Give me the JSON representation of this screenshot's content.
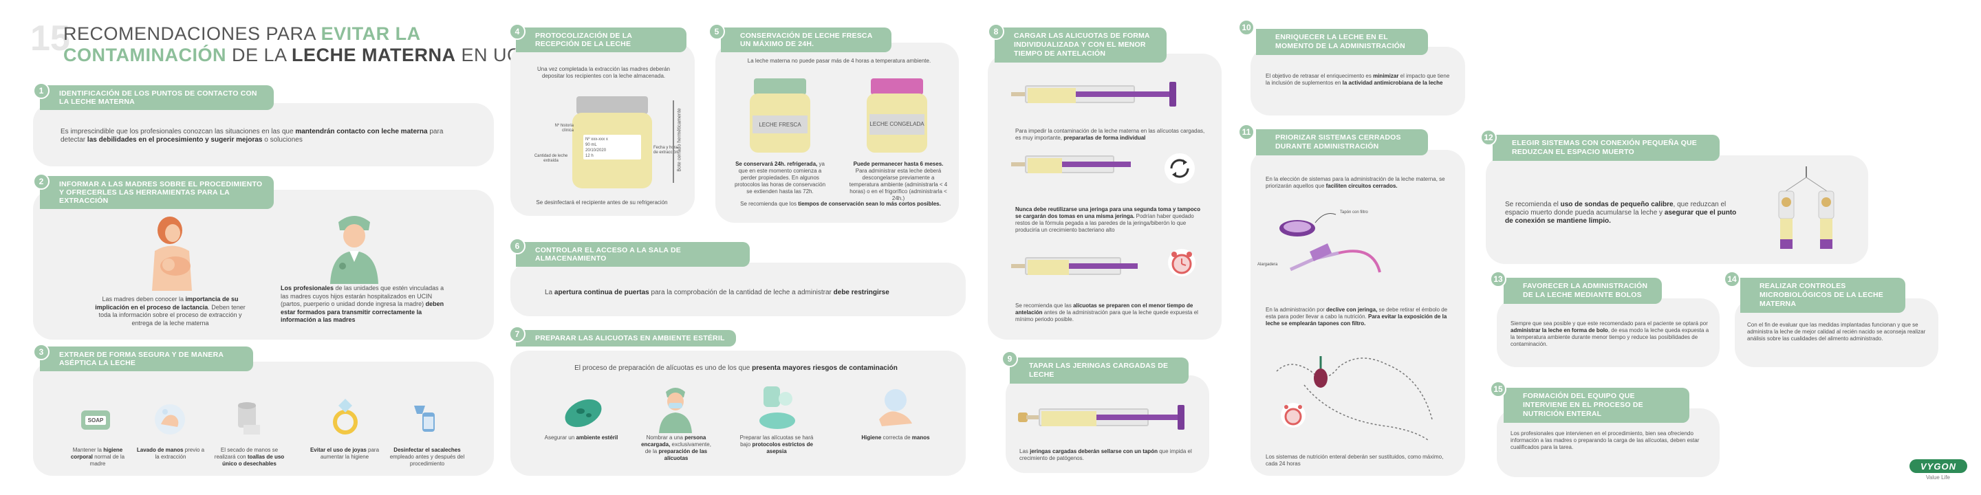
{
  "title": {
    "number": "15",
    "line1_pre": "RECOMENDACIONES PARA ",
    "line1_highlight": "EVITAR LA",
    "line2_highlight": "CONTAMINACIÓN",
    "line2_mid": " DE LA ",
    "line2_bold": "LECHE MATERNA",
    "line2_end": " EN UCIN"
  },
  "brand": {
    "name": "VYGON",
    "tagline": "Value Life",
    "color": "#2e8b57"
  },
  "colors": {
    "accent_green": "#9fc7aa",
    "panel_bg": "#f1f1f1",
    "purple": "#8a4aa8",
    "pink": "#d46ab4"
  },
  "s1": {
    "num": "1",
    "header": "IDENTIFICACIÓN DE LOS PUNTOS DE CONTACTO CON LA LECHE MATERNA",
    "t1": "Es imprescindible que los profesionales conozcan las situaciones en las que ",
    "b1": "mantendrán contacto con leche materna",
    "t2": " para detectar ",
    "b2": "las debilidades en el procesimiento y sugerir mejoras",
    "t3": " o soluciones"
  },
  "s2": {
    "num": "2",
    "header": "INFORMAR A LAS MADRES SOBRE EL PROCEDIMIENTO Y OFRECERLES LAS HERRAMIENTAS PARA LA EXTRACCIÓN",
    "left_t1": "Las madres deben conocer la ",
    "left_b1": "importancia de su implicación en el proceso de lactancia",
    "left_t2": ". Deben tener toda la información sobre el proceso de extracción y entrega de la leche materna",
    "right_b1": "Los profesionales",
    "right_t1": " de las unidades que estén vinculadas a las madres cuyos hijos estarán hospitalizados en UCIN (partos, puerperio o unidad donde ingresa la madre) ",
    "right_b2": "deben estar formados para transmitir correctamente la información a las madres"
  },
  "s3": {
    "num": "3",
    "header": "EXTRAER DE FORMA SEGURA Y DE MANERA ASÉPTICA LA LECHE",
    "items": [
      {
        "t1": "Mantener la ",
        "b1": "higiene corporal",
        "t2": " normal de la madre"
      },
      {
        "t1": "",
        "b1": "Lavado de manos",
        "t2": " previo a la extracción"
      },
      {
        "t1": "El secado de manos se realizará con ",
        "b1": "toallas de uso único o desechables",
        "t2": ""
      },
      {
        "t1": "",
        "b1": "Evitar el uso de joyas",
        "t2": " para aumentar la higiene"
      },
      {
        "t1": "",
        "b1": "Desinfectar el sacaleches",
        "t2": " empleado antes y después del procedimiento"
      }
    ],
    "soap_label": "SOAP"
  },
  "s4": {
    "num": "4",
    "header": "PROTOCOLIZACIÓN DE LA RECEPCIÓN DE LA LECHE",
    "intro": "Una vez completada la extracción las madres deberán depositar los recipientes con la leche almacenada.",
    "label_left1": "Nº historia clínica",
    "label_left2": "Cantidad de leche extraída",
    "label_right1": "Fecha y hora de extracción",
    "label_vertical": "Bote cerrado herméticamente",
    "bottle_line1": "Nº xxx-xxx x",
    "bottle_line2": "90 mL",
    "bottle_line3": "20/10/2020",
    "bottle_line4": "12 h",
    "footer": "Se desinfectará el recipiente antes de su refrigeración"
  },
  "s5": {
    "num": "5",
    "header": "CONSERVACIÓN DE LECHE FRESCA UN MÁXIMO DE 24H.",
    "intro": "La leche materna no puede pasar más de 4 horas a temperatura ambiente.",
    "fresh_label": "LECHE FRESCA",
    "frozen_label": "LECHE CONGELADA",
    "fresh_b": "Se conservará 24h. refrigerada,",
    "fresh_t": " ya que en este momento comienza a perder propiedades. En algunos protocolos las horas de conservación se extienden hasta las 72h.",
    "frozen_b": "Puede permanecer hasta 6 meses.",
    "frozen_t": " Para administrar esta leche deberá descongelarse previamente a temperatura ambiente (administrarla < 4 horas) o en el frigorífico (administrarla < 24h.)",
    "footer_t": "Se recomienda que los ",
    "footer_b": "tiempos de conservación sean lo más cortos posibles."
  },
  "s6": {
    "num": "6",
    "header": "CONTROLAR EL ACCESO A LA SALA DE ALMACENAMIENTO",
    "t1": "La ",
    "b1": "apertura continua de puertas",
    "t2": " para la comprobación de la cantidad de leche a administrar ",
    "b2": "debe restringirse"
  },
  "s7": {
    "num": "7",
    "header": "PREPARAR LAS ALICUOTAS EN AMBIENTE ESTÉRIL",
    "intro_t": "El proceso de preparación de alícuotas es uno de los que ",
    "intro_b": "presenta mayores riesgos de contaminación",
    "items": [
      {
        "t1": "Asegurar un ",
        "b1": "ambiente estéril",
        "t2": ""
      },
      {
        "t1": "Nombrar a una ",
        "b1": "persona encargada,",
        "t2": " exclusivamente, de la ",
        "b2": "preparación de las alícuotas"
      },
      {
        "t1": "Preparar las alícuotas se hará bajo ",
        "b1": "protocolos estrictos de asepsia",
        "t2": ""
      },
      {
        "t1": "",
        "b1": "Higiene",
        "t2": " correcta de ",
        "b2": "manos"
      }
    ]
  },
  "s8": {
    "num": "8",
    "header": "CARGAR LAS ALICUOTAS DE FORMA INDIVIDUALIZADA Y CON EL MENOR TIEMPO DE ANTELACIÓN",
    "p1_t": "Para impedir la contaminación de la leche materna en las alícuotas cargadas, es muy importante, ",
    "p1_b": "prepararlas de forma individual",
    "p2_b": "Nunca debe reutilizarse una jeringa para una segunda toma y tampoco se cargarán dos tomas en una misma jeringa.",
    "p2_t": " Podrían haber quedado restos de la fórmula pegada a las paredes de la jeringa/biberón lo que produciría un crecimiento bacteriano alto",
    "p3_t1": "Se recomienda que las ",
    "p3_b1": "alícuotas se preparen con el menor tiempo de antelación",
    "p3_t2": " antes de la administración para que la leche quede expuesta el mínimo periodo posible."
  },
  "s9": {
    "num": "9",
    "header": "TAPAR LAS JERINGAS CARGADAS DE LECHE",
    "t1": "Las ",
    "b1": "jeringas cargadas deberán sellarse con un tapón",
    "t2": " que impida el crecimiento de patógenos."
  },
  "s10": {
    "num": "10",
    "header": "ENRIQUECER LA LECHE EN EL MOMENTO DE LA ADMINISTRACIÓN",
    "t1": "El objetivo de retrasar el enriquecimento es ",
    "b1": "minimizar",
    "t2": " el impacto que tiene la inclusión de suplementos en ",
    "b2": "la actividad antimicrobiana de la leche"
  },
  "s11": {
    "num": "11",
    "header": "PRIORIZAR SISTEMAS CERRADOS DURANTE ADMINISTRACIÓN",
    "p1_t": "En la elección de sistemas para la administración de la leche materna, se priorizarán aquellos que ",
    "p1_b": "faciliten circuitos cerrados.",
    "label_tapon": "Tapón con filtro",
    "label_alargadera": "Alargadera",
    "p2_t1": "En la administración por ",
    "p2_b1": "declive con jeringa,",
    "p2_t2": " se debe retirar el émbolo de esta para poder llevar a cabo la nutrición. ",
    "p2_b2": "Para evitar la exposición de la leche se emplearán tapones con filtro.",
    "p3": "Los sistemas de nutrición enteral deberán ser sustituidos, como máximo, cada 24 horas"
  },
  "s12": {
    "num": "12",
    "header": "ELEGIR SISTEMAS CON CONEXIÓN PEQUEÑA QUE REDUZCAN EL ESPACIO MUERTO",
    "t1": "Se recomienda el ",
    "b1": "uso de sondas de pequeño calibre",
    "t2": ", que reduzcan el espacio muerto donde pueda acumularse la leche y ",
    "b2": "asegurar que el punto de conexión se mantiene limpio."
  },
  "s13": {
    "num": "13",
    "header": "FAVORECER LA ADMINISTRACIÓN DE LA LECHE MEDIANTE BOLOS",
    "t1": "Siempre que sea posible y que este recomendado para el paciente se optará por ",
    "b1": "administrar la leche en forma de bolo",
    "t2": ", de esa modo la leche queda expuesta a la temperatura ambiente durante menor tiempo y reduce las posibilidades de contaminación."
  },
  "s14": {
    "num": "14",
    "header": "REALIZAR CONTROLES MICROBIOLÓGICOS DE LA LECHE MATERNA",
    "t1": "Con el fin de evaluar que las medidas implantadas funcionan y que se administra la leche de mejor calidad al recién nacido se aconseja realizar análisis sobre las cualidades del alimento administrado."
  },
  "s15": {
    "num": "15",
    "header": "FORMACIÓN DEL EQUIPO QUE INTERVIENE EN EL PROCESO DE NUTRICIÓN ENTERAL",
    "t1": "Los profesionales que intervienen en el procedimiento, bien sea ofreciendo información a las madres o preparando la carga de las alícuotas, deben estar cualificados para la tarea."
  }
}
